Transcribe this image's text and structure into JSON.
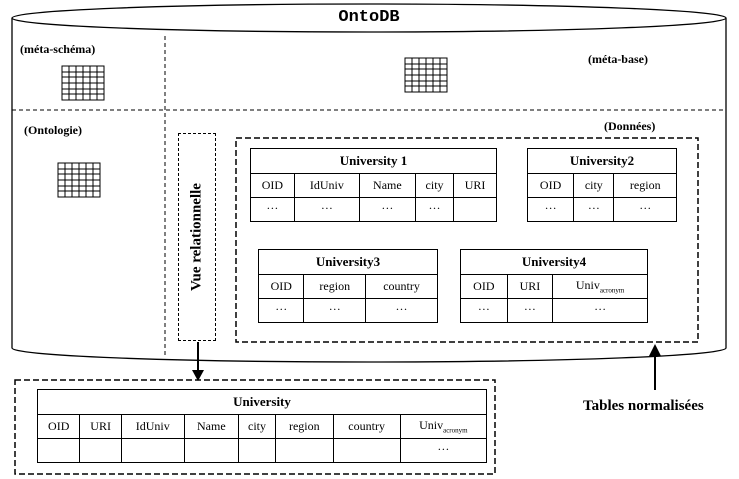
{
  "db_title": "OntoDB",
  "labels": {
    "meta_schema": "(méta-schéma)",
    "meta_base": "(méta-base)",
    "ontologie": "(Ontologie)",
    "donnees": "(Données)",
    "vue_relationnelle": "Vue relationnelle",
    "tables_normalisees": "Tables normalisées"
  },
  "tables": {
    "university1": {
      "name": "University 1",
      "columns": [
        "OID",
        "IdUniv",
        "Name",
        "city",
        "URI"
      ],
      "row": [
        "…",
        "…",
        "…",
        "…",
        ""
      ]
    },
    "university2": {
      "name": "University2",
      "columns": [
        "OID",
        "city",
        "region"
      ],
      "row": [
        "…",
        "…",
        "…"
      ]
    },
    "university3": {
      "name": "University3",
      "columns": [
        "OID",
        "region",
        "country"
      ],
      "row": [
        "…",
        "…",
        "…"
      ]
    },
    "university4": {
      "name": "University4",
      "columns": [
        "OID",
        "URI",
        "Univ"
      ],
      "col_subscript": "acronym",
      "row": [
        "…",
        "…",
        "…"
      ]
    },
    "university": {
      "name": "University",
      "columns": [
        "OID",
        "URI",
        "IdUniv",
        "Name",
        "city",
        "region",
        "country",
        "Univ"
      ],
      "col_subscript": "acronym",
      "row": [
        "",
        "",
        "",
        "",
        "",
        "",
        "",
        "…"
      ]
    }
  }
}
